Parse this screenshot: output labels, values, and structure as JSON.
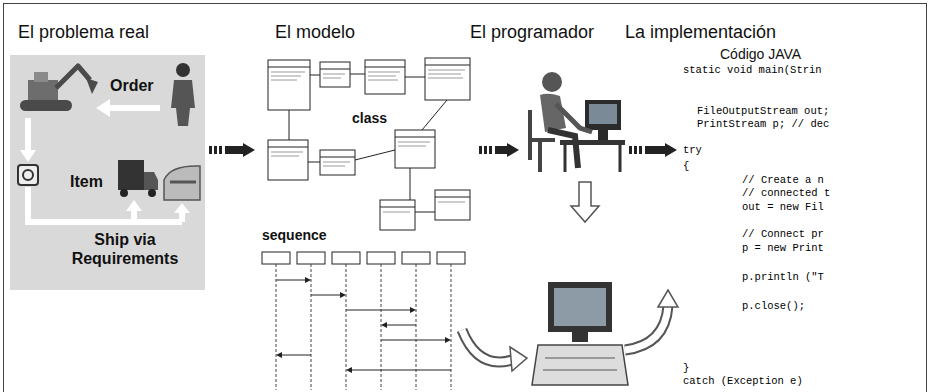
{
  "diagram": {
    "nodes": [
      {
        "text": [
          "El problema real",
          "Order",
          "Item",
          "Ship via Requirements"
        ]
      },
      {
        "text": [
          "El modelo",
          "class",
          "sequence"
        ]
      },
      {
        "text": [
          "El programador"
        ]
      },
      {
        "text": [
          "La implementación",
          "Código JAVA",
          "static void main(Strin",
          "FileOutputStream out;",
          "PrintStream p; // dec",
          "try",
          "{",
          "// Create a n",
          "// connected t",
          "out = new Fil",
          "// Connect pr",
          "p = new Print",
          "p.println (\"T",
          "p.close();",
          "}",
          "catch (Exception e)"
        ]
      }
    ],
    "edges": [
      {
        "from": 0,
        "to": 1,
        "arrow": "to"
      },
      {
        "from": 1,
        "to": 2,
        "arrow": "to"
      },
      {
        "from": 2,
        "to": 3,
        "arrow": "to"
      }
    ]
  }
}
